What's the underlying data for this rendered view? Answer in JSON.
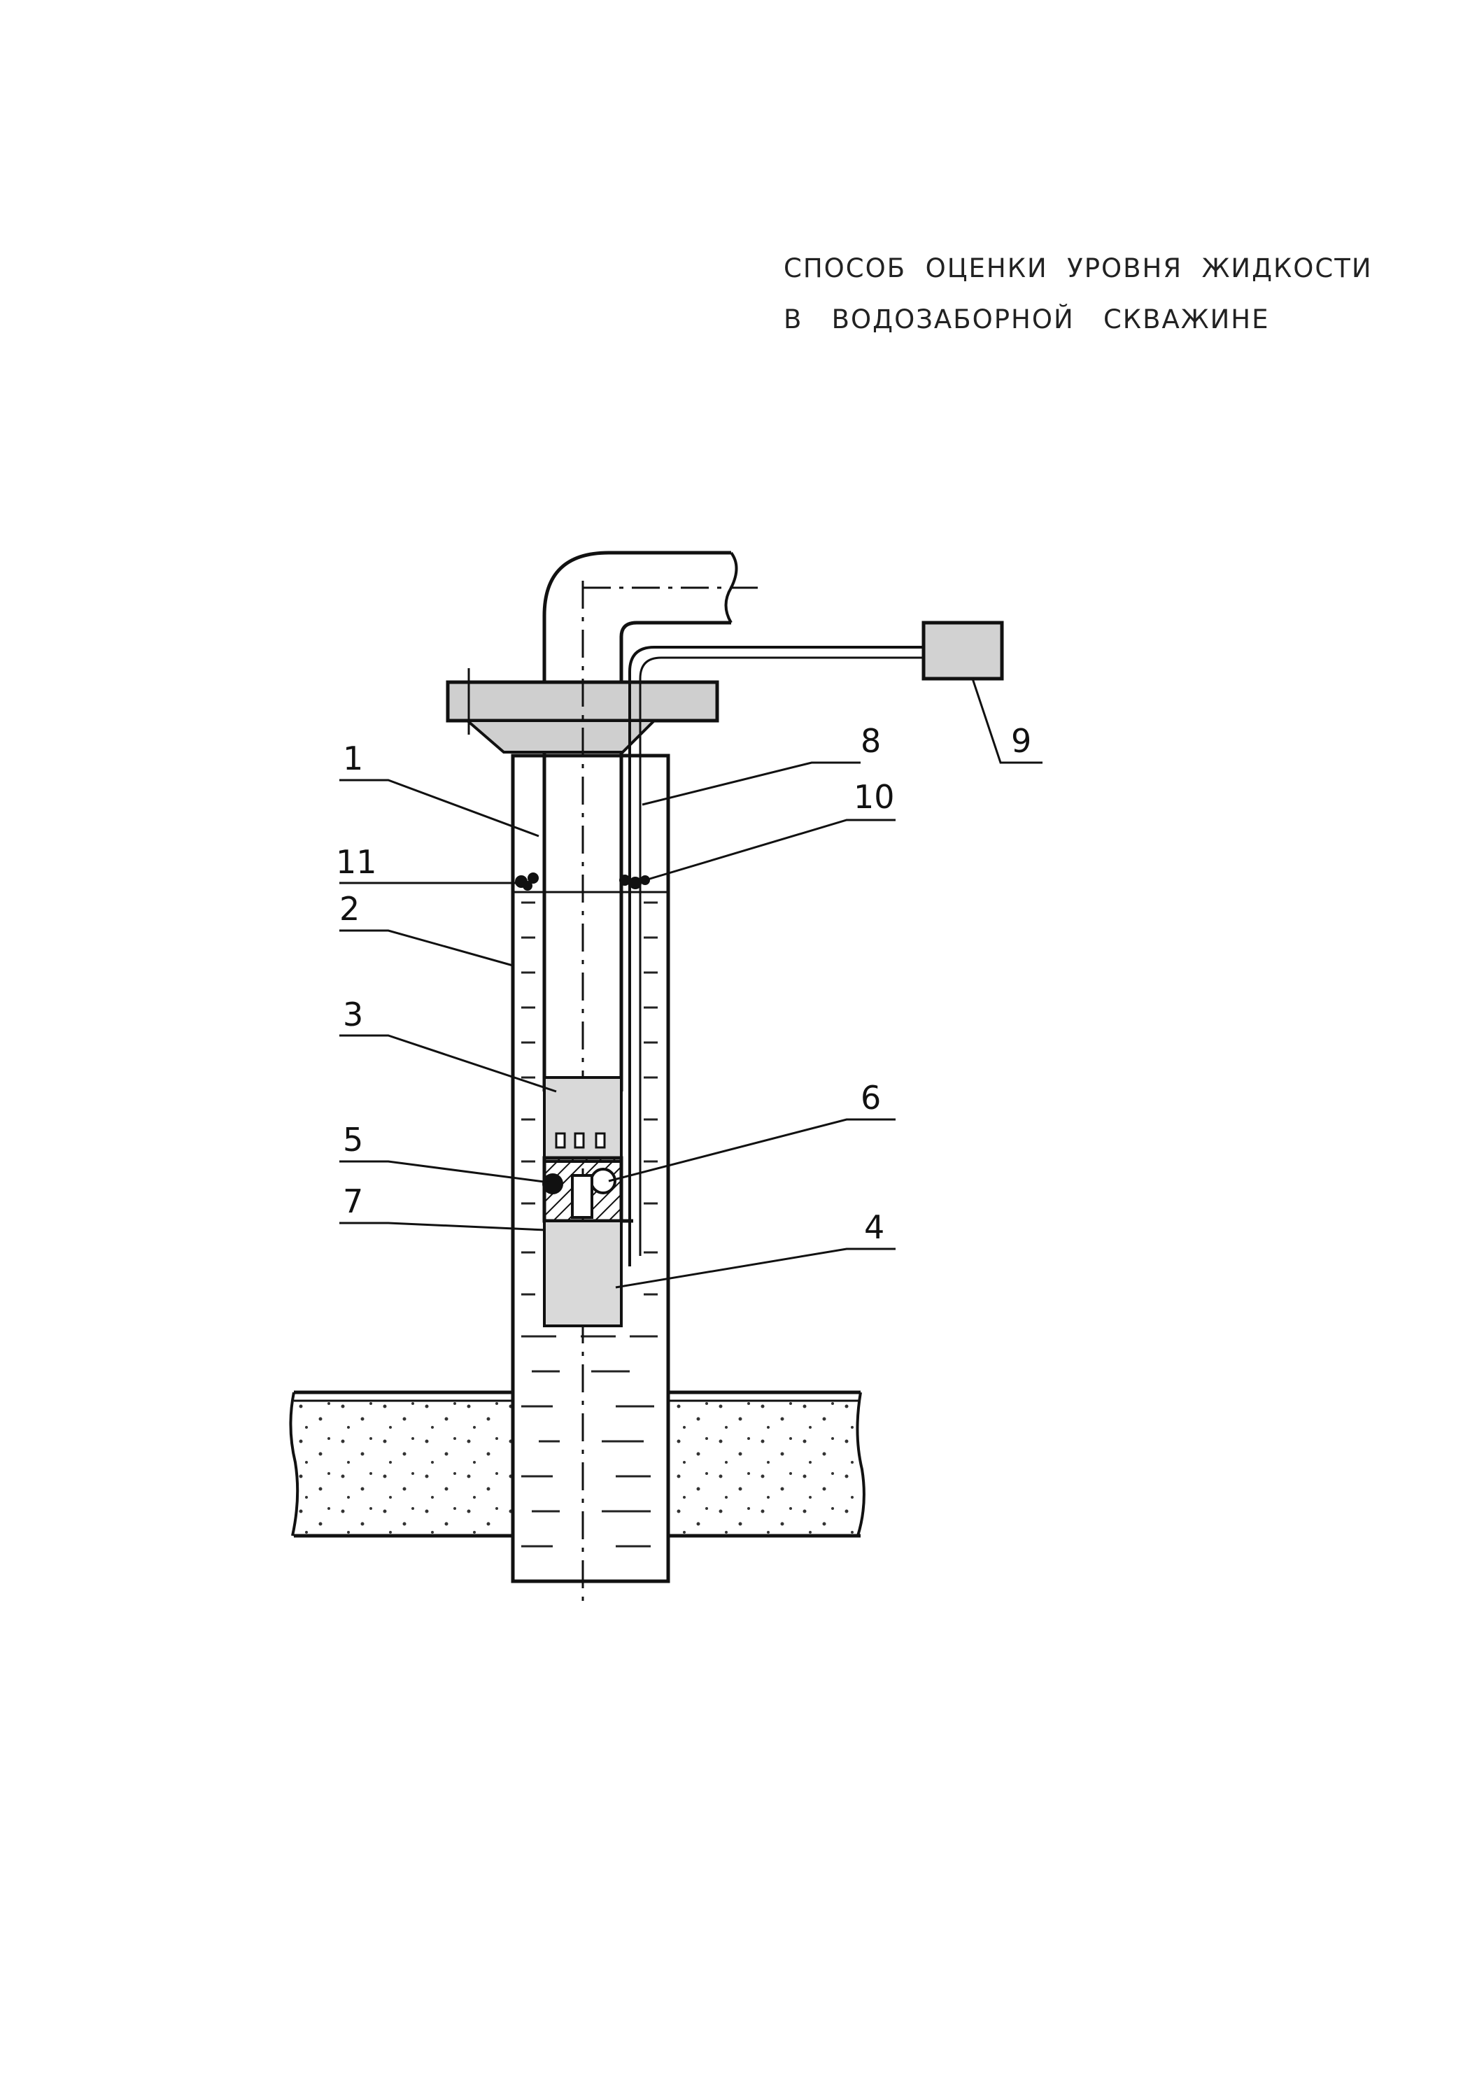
{
  "title": {
    "line1": "СПОСОБ  ОЦЕНКИ  УРОВНЯ  ЖИДКОСТИ",
    "line2": "В   ВОДОЗАБОРНОЙ   СКВАЖИНЕ"
  },
  "labels": {
    "l1": "1",
    "l2": "2",
    "l3": "3",
    "l4": "4",
    "l5": "5",
    "l6": "6",
    "l7": "7",
    "l8": "8",
    "l9": "9",
    "l10": "10",
    "l11": "11"
  }
}
